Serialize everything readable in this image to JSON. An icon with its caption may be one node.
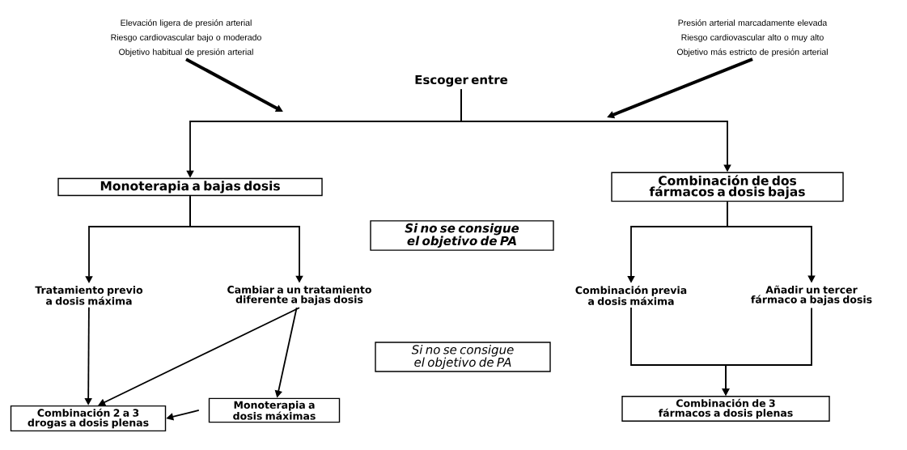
{
  "diagram": {
    "nodes": [
      {
        "text": [
          "Elevación ligera de presión arterial",
          "Riesgo cardiovascular bajo o moderado",
          "Objetivo habitual de presión arterial"
        ]
      },
      {
        "text": [
          "Presión arterial marcadamente elevada",
          "Riesgo cardiovascular alto o muy alto",
          "Objetivo más estricto de presión arterial"
        ]
      },
      {
        "text": [
          "Escoger entre"
        ]
      },
      {
        "text": [
          "Monoterapia a bajas dosis"
        ]
      },
      {
        "text": [
          "Combinación de dos fármacos a dosis bajas"
        ]
      },
      {
        "text": [
          "Si no se consigue el objetivo de PA"
        ]
      },
      {
        "text": [
          "Tratamiento previo a dosis máxima"
        ]
      },
      {
        "text": [
          "Cambiar a un tratamiento diferente a bajas dosis"
        ]
      },
      {
        "text": [
          "Combinación previa a dosis máxima"
        ]
      },
      {
        "text": [
          "Añadir un tercer fármaco a bajas dosis"
        ]
      },
      {
        "text": [
          "Si no se consigue el objetivo de PA"
        ]
      },
      {
        "text": [
          "Combinación 2 a 3 drogas a dosis plenas"
        ]
      },
      {
        "text": [
          "Monoterapia a dosis máximas"
        ]
      },
      {
        "text": [
          "Combinación de 3 fármacos a dosis plenas"
        ]
      }
    ],
    "edges": [
      {
        "from": 0,
        "to": null,
        "arrow": "to",
        "style": "thick"
      },
      {
        "from": 1,
        "to": null,
        "arrow": "to",
        "style": "thick"
      },
      {
        "from": 2,
        "to": 3,
        "arrow": "to"
      },
      {
        "from": 2,
        "to": 4,
        "arrow": "to"
      },
      {
        "from": 3,
        "to": 6,
        "arrow": "to"
      },
      {
        "from": 3,
        "to": 7,
        "arrow": "to"
      },
      {
        "from": 4,
        "to": 8,
        "arrow": "to"
      },
      {
        "from": 4,
        "to": 9,
        "arrow": "to"
      },
      {
        "from": 6,
        "to": 11,
        "arrow": "to"
      },
      {
        "from": 7,
        "to": 11,
        "arrow": "to"
      },
      {
        "from": 7,
        "to": 12,
        "arrow": "to"
      },
      {
        "from": 12,
        "to": 11,
        "arrow": "to"
      },
      {
        "from": 8,
        "to": 13,
        "arrow": "to"
      },
      {
        "from": 9,
        "to": 13,
        "arrow": "to"
      }
    ]
  }
}
